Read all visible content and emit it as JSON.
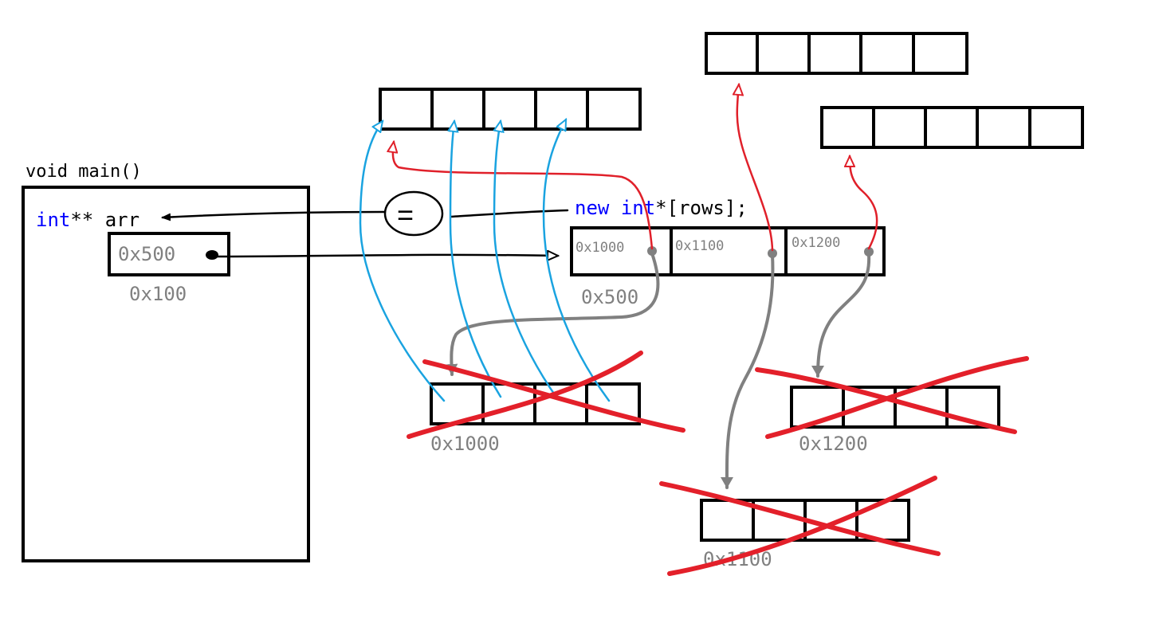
{
  "func_label": "void main()",
  "decl": {
    "type": "int",
    "stars": "**",
    "name": " arr"
  },
  "stack_var": {
    "value": "0x500",
    "address": "0x100"
  },
  "new_expr": {
    "new": "new",
    "type": "int",
    "rest": "*[rows];"
  },
  "equals": "=",
  "ptr_array": {
    "address": "0x500",
    "cells": [
      "0x1000",
      "0x1100",
      "0x1200"
    ]
  },
  "row_arrays": [
    {
      "address": "0x1000",
      "cells": 4,
      "deleted": true
    },
    {
      "address": "0x1100",
      "cells": 4,
      "deleted": true
    },
    {
      "address": "0x1200",
      "cells": 4,
      "deleted": true
    }
  ],
  "new_arrays": [
    {
      "cells": 5
    },
    {
      "cells": 5
    },
    {
      "cells": 5
    }
  ],
  "colors": {
    "keyword": "#0000ff",
    "address": "#808080",
    "copy_arrow": "#1aa3e0",
    "new_pointer_arrow": "#e0202a",
    "old_pointer_arrow": "#808080",
    "cross_out": "#e3202a"
  }
}
